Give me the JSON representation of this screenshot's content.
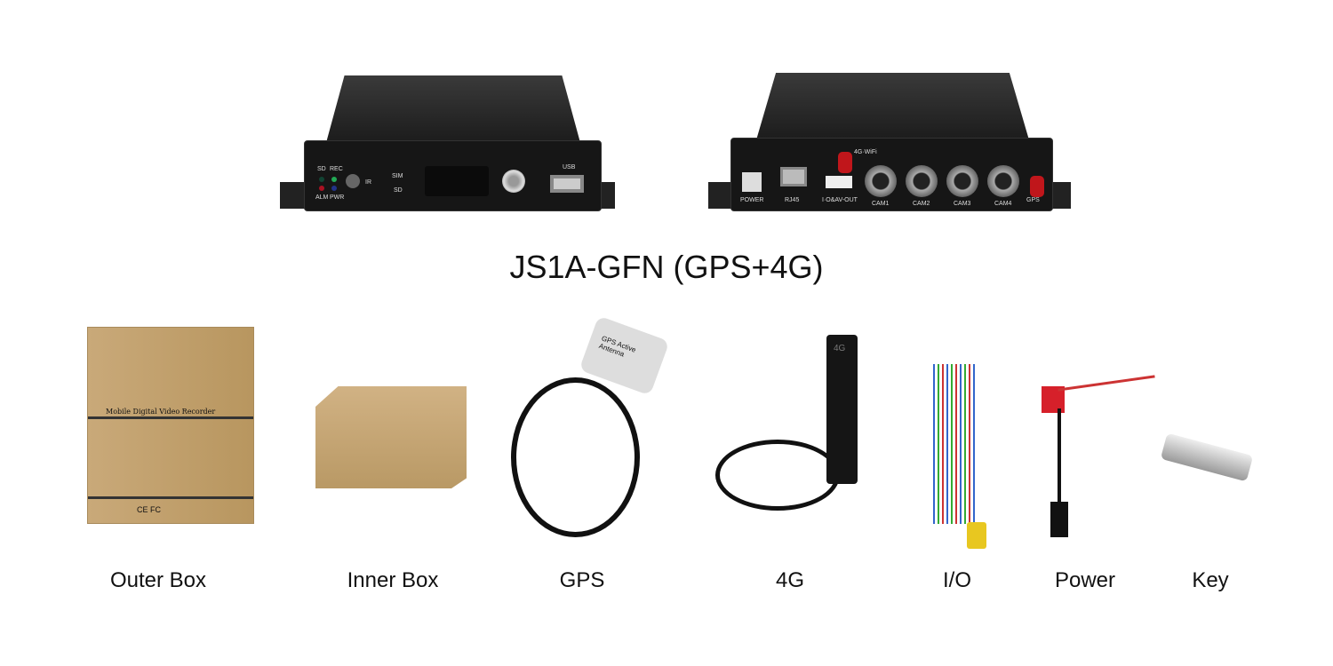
{
  "title": "JS1A-GFN (GPS+4G)",
  "front_panel": {
    "sd": "SD",
    "rec": "REC",
    "alm": "ALM",
    "pwr": "PWR",
    "ir": "IR",
    "sim": "SIM",
    "sd_slot": "SD",
    "usb": "USB"
  },
  "rear_panel": {
    "power": "POWER",
    "rj45": "RJ45",
    "io": "I·O&AV-OUT",
    "cam1": "CAM1",
    "cam2": "CAM2",
    "cam3": "CAM3",
    "cam4": "CAM4",
    "gps": "GPS",
    "wifi": "4G·WiFi"
  },
  "outer_box": {
    "print": "Mobile Digital Video Recorder",
    "marks": "CE FC"
  },
  "gps_antenna": {
    "print": "GPS Active Antenna"
  },
  "antenna_4g": {
    "print": "4G"
  },
  "items": [
    "Outer Box",
    "Inner Box",
    "GPS",
    "4G",
    "I/O",
    "Power",
    "Key"
  ],
  "colors": {
    "device": "#1c1c1c",
    "cardboard": "#c9a979",
    "antenna_red": "#c0161b"
  }
}
